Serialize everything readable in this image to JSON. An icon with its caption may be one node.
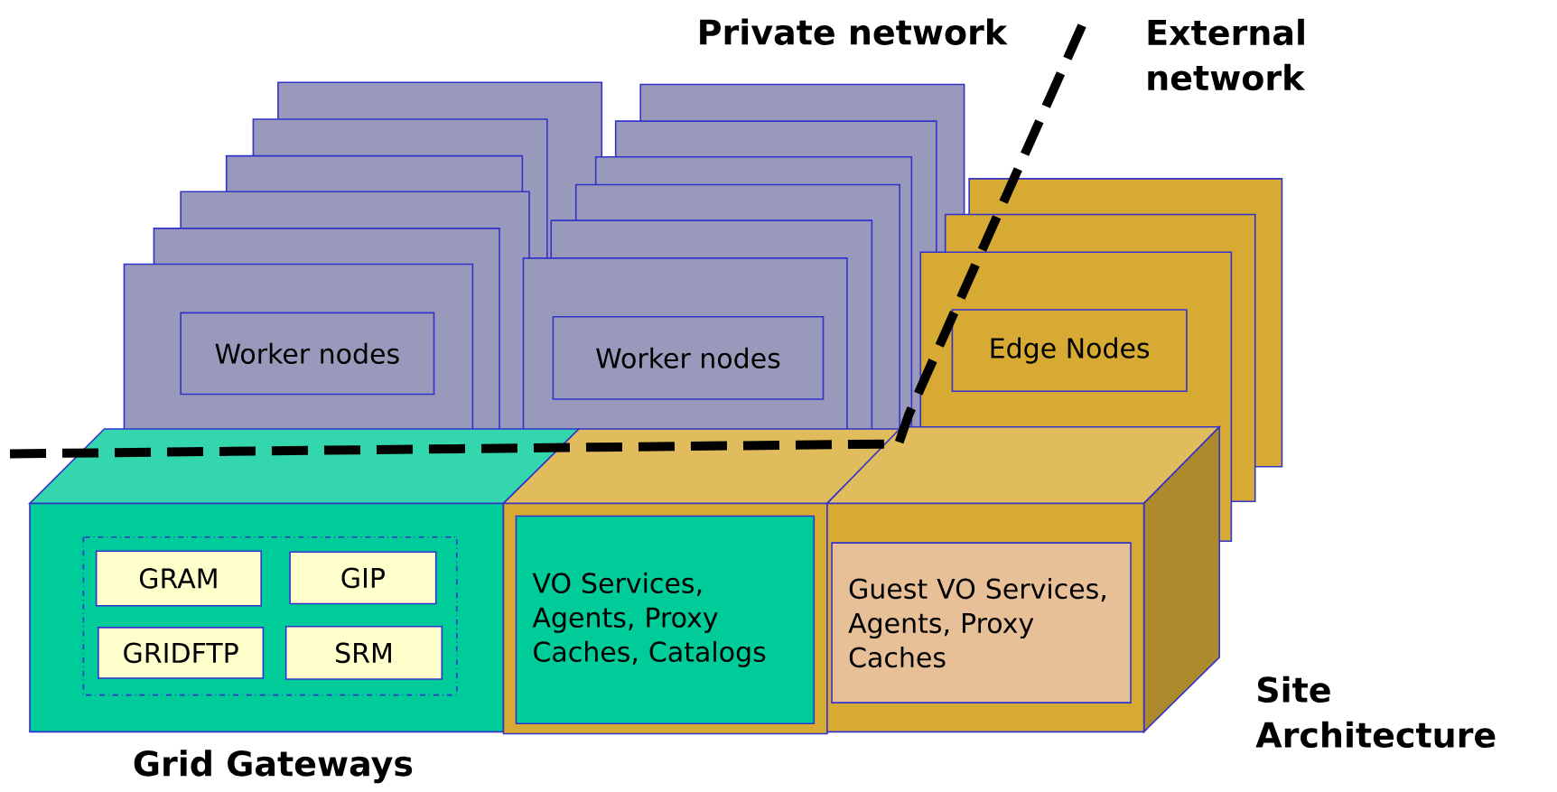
{
  "diagram": {
    "nodes": [
      {
        "text": [
          "Worker nodes"
        ]
      },
      {
        "text": [
          "Worker nodes"
        ]
      },
      {
        "text": [
          "Edge Nodes"
        ]
      },
      {
        "text": [
          "GRAM"
        ]
      },
      {
        "text": [
          "GIP"
        ]
      },
      {
        "text": [
          "GRIDFTP"
        ]
      },
      {
        "text": [
          "SRM"
        ]
      },
      {
        "text": [
          "VO Services, Agents, Proxy Caches, Catalogs"
        ]
      },
      {
        "text": [
          "Guest  VO Services, Agents, Proxy Caches"
        ]
      }
    ],
    "edges": [],
    "labels": [
      "Private network",
      "External network",
      "Site Architecture",
      "Grid Gateways"
    ]
  }
}
